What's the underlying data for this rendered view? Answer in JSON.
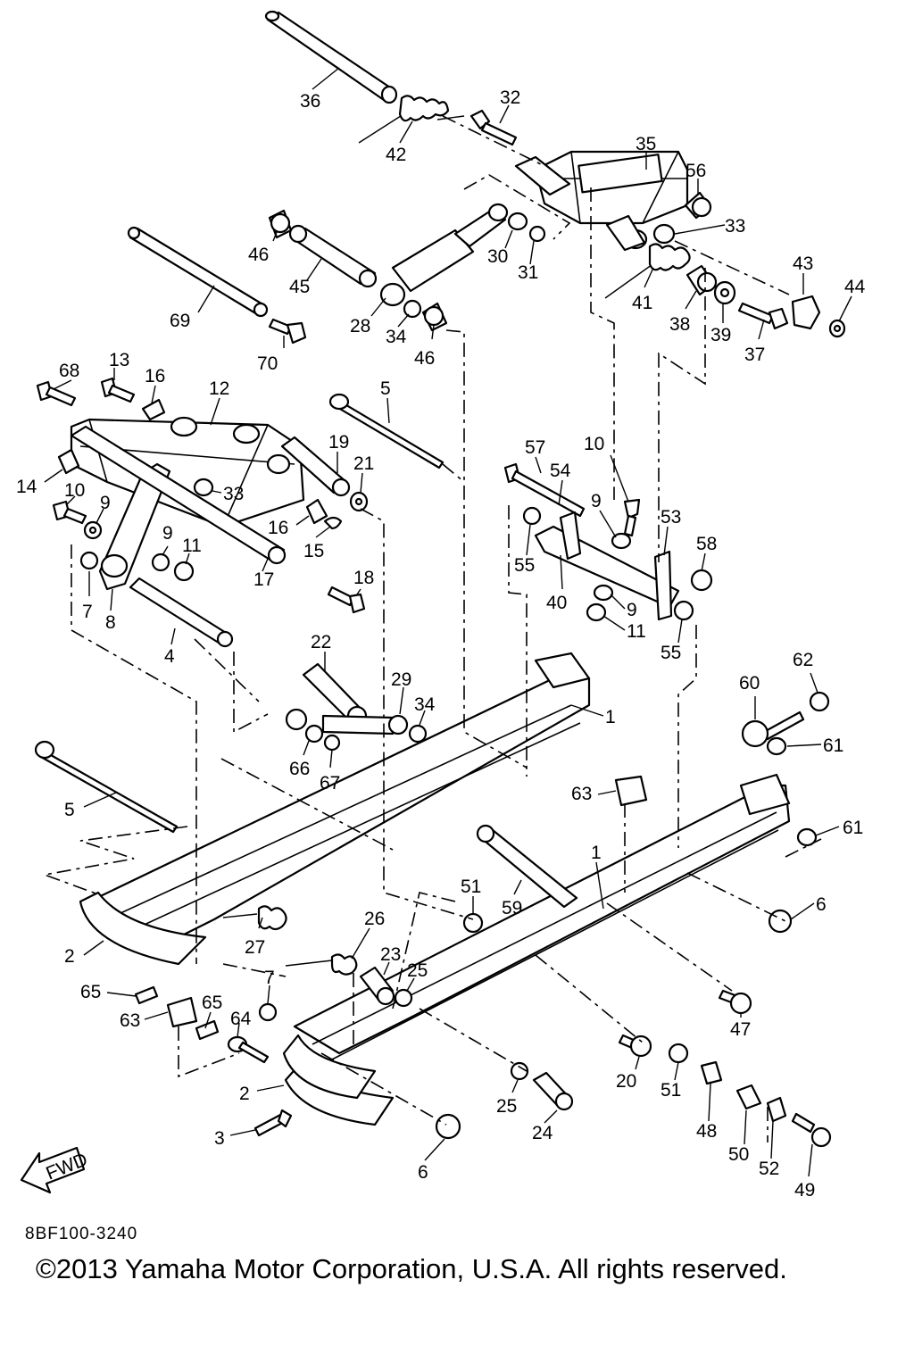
{
  "diagram": {
    "part_code": "8BF100-3240",
    "copyright": "©2013 Yamaha Motor Corporation, U.S.A. All rights reserved.",
    "fwd_label": "FWD",
    "callouts": [
      "36",
      "42",
      "32",
      "35",
      "56",
      "33",
      "43",
      "44",
      "30",
      "31",
      "41",
      "38",
      "39",
      "37",
      "46",
      "45",
      "28",
      "34",
      "46",
      "69",
      "70",
      "13",
      "16",
      "12",
      "68",
      "14",
      "10",
      "9",
      "33",
      "19",
      "21",
      "16",
      "15",
      "9",
      "11",
      "17",
      "7",
      "8",
      "18",
      "4",
      "5",
      "57",
      "54",
      "10",
      "9",
      "53",
      "58",
      "55",
      "40",
      "9",
      "11",
      "55",
      "22",
      "29",
      "34",
      "66",
      "67",
      "1",
      "62",
      "60",
      "61",
      "63",
      "61",
      "5",
      "1",
      "59",
      "51",
      "6",
      "2",
      "27",
      "26",
      "23",
      "25",
      "7",
      "65",
      "63",
      "65",
      "64",
      "47",
      "20",
      "51",
      "2",
      "25",
      "24",
      "3",
      "6",
      "48",
      "50",
      "52",
      "49"
    ]
  }
}
